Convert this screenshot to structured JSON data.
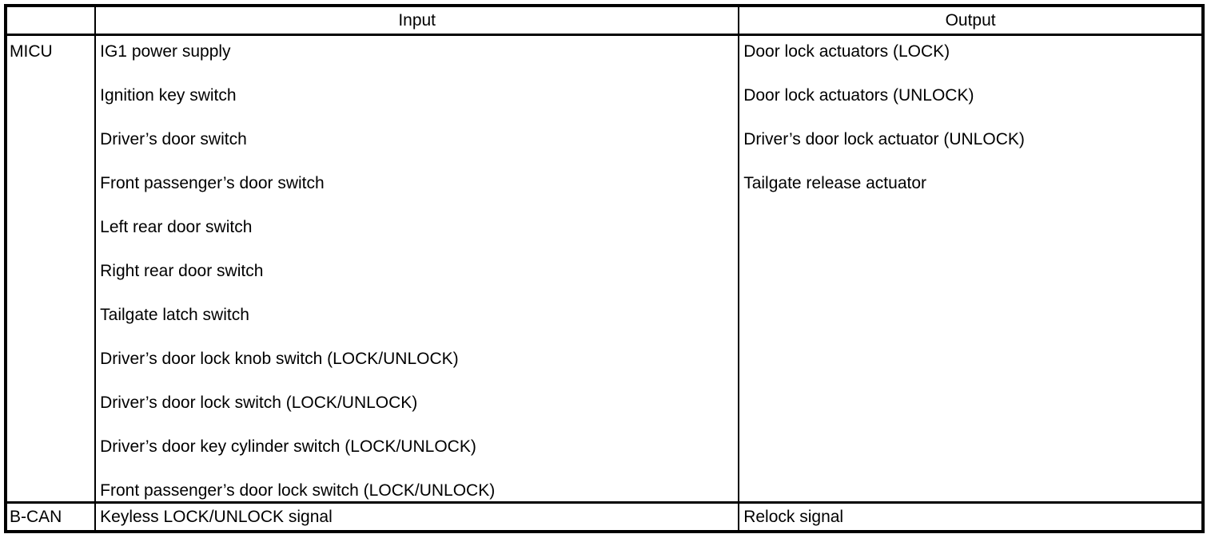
{
  "table": {
    "header": {
      "unit": "",
      "input": "Input",
      "output": "Output"
    },
    "rows": [
      {
        "unit": "MICU",
        "inputs": [
          "IG1 power supply",
          "Ignition key switch",
          "Driver’s door switch",
          "Front passenger’s door switch",
          "Left rear door switch",
          "Right rear door switch",
          "Tailgate latch switch",
          "Driver’s door lock knob switch (LOCK/UNLOCK)",
          "Driver’s door lock switch (LOCK/UNLOCK)",
          "Driver’s door key cylinder switch (LOCK/UNLOCK)",
          "Front passenger’s door lock switch (LOCK/UNLOCK)"
        ],
        "outputs": [
          "Door lock actuators (LOCK)",
          "Door lock actuators (UNLOCK)",
          "Driver’s door lock actuator (UNLOCK)",
          "Tailgate release actuator"
        ]
      },
      {
        "unit": "B-CAN",
        "inputs": [
          "Keyless LOCK/UNLOCK signal"
        ],
        "outputs": [
          "Relock signal"
        ]
      }
    ]
  }
}
